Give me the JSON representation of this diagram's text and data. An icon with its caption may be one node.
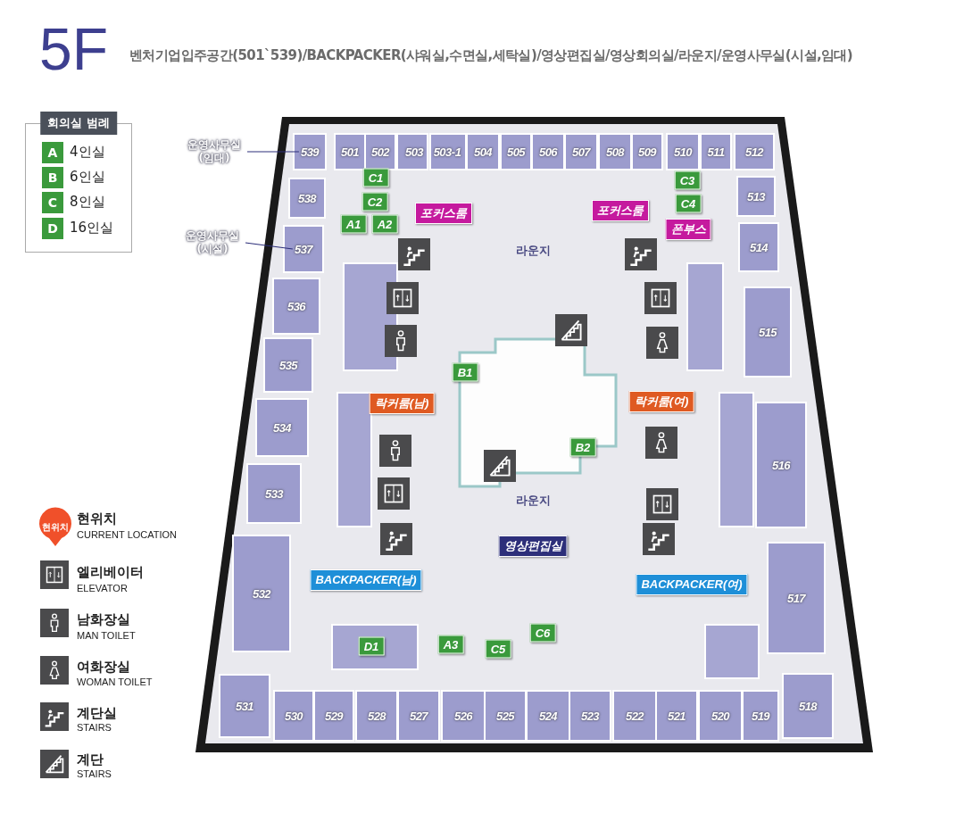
{
  "diagram": {
    "title": "5F",
    "nodes": [
      {
        "text": [
          "운영사무실 (임대)"
        ]
      },
      {
        "text": [
          "539"
        ]
      },
      {
        "text": [
          "운영사무실 (시설)"
        ]
      },
      {
        "text": [
          "537"
        ]
      }
    ],
    "edges": [
      {
        "from": 0,
        "to": 1,
        "arrow": "none"
      },
      {
        "from": 2,
        "to": 3,
        "arrow": "none"
      }
    ],
    "labels": [
      "벤처기업입주공간(501`539)/BACKPACKER(샤워실,수면실,세탁실)/영상편집실/영상회의실/라운지/운영사무실(시설,임대)",
      "회의실 범례",
      "A",
      "B",
      "C",
      "D",
      "501",
      "502",
      "503",
      "503-1",
      "504",
      "505",
      "506",
      "507",
      "508",
      "509",
      "510",
      "511",
      "512",
      "538",
      "513",
      "514",
      "536",
      "515",
      "535",
      "534",
      "516",
      "533",
      "532",
      "517",
      "531",
      "530",
      "529",
      "528",
      "527",
      "526",
      "525",
      "524",
      "523",
      "522",
      "521",
      "520",
      "519",
      "518",
      "C1",
      "C2",
      "A1",
      "A2",
      "포커스룸",
      "포커스룸",
      "C3",
      "C4",
      "폰부스",
      "라운지",
      "B1",
      "락커룸(남)",
      "락커룸(여)",
      "B2",
      "라운지",
      "영상편집실",
      "BACKPACKER(남)",
      "BACKPACKER(여)",
      "D1",
      "A3",
      "C5",
      "C6",
      "현위치",
      "현위치",
      "CURRENT LOCATION",
      "엘리베이터",
      "ELEVATOR",
      "남화장실",
      "MAN TOILET",
      "여화장실",
      "WOMAN TOILET",
      "계단실",
      "STAIRS",
      "계단",
      "STAIRS"
    ],
    "legend": [
      {
        "text": "4인실",
        "color": "#3a9a3c"
      },
      {
        "text": "6인실",
        "color": "#3a9a3c"
      },
      {
        "text": "8인실",
        "color": "#3a9a3c"
      },
      {
        "text": "16인실",
        "color": "#3a9a3c"
      }
    ]
  }
}
